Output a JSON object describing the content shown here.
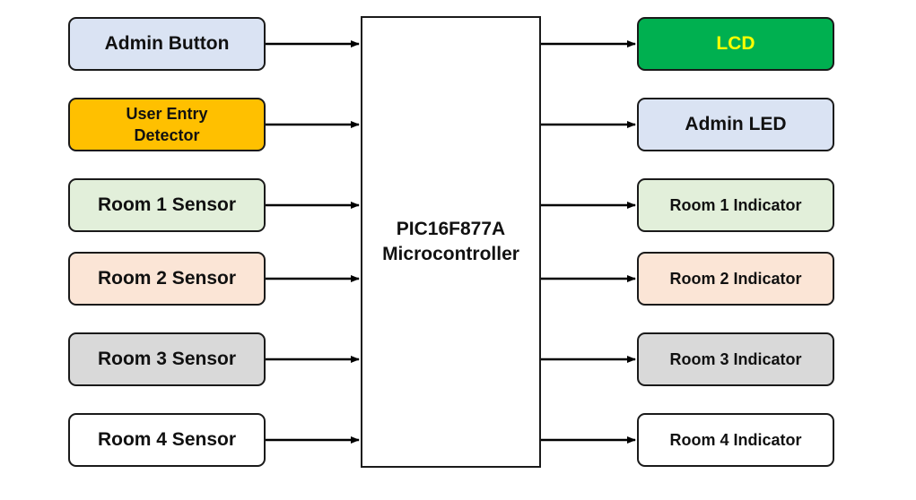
{
  "microcontroller": {
    "line1": "PIC16F877A",
    "line2": "Microcontroller"
  },
  "inputs": [
    {
      "label": "Admin Button",
      "fill": "#dae3f3"
    },
    {
      "label_line1": "User Entry",
      "label_line2": "Detector",
      "fill": "#ffc000"
    },
    {
      "label": "Room 1 Sensor",
      "fill": "#e2efda"
    },
    {
      "label": "Room 2 Sensor",
      "fill": "#fbe5d6"
    },
    {
      "label": "Room 3 Sensor",
      "fill": "#d9d9d9"
    },
    {
      "label": "Room 4 Sensor",
      "fill": "#ffffff"
    }
  ],
  "outputs": [
    {
      "label": "LCD",
      "fill": "#00b050",
      "text_color": "#ffff00"
    },
    {
      "label": "Admin LED",
      "fill": "#dae3f3"
    },
    {
      "label": "Room 1 Indicator",
      "fill": "#e2efda"
    },
    {
      "label": "Room 2 Indicator",
      "fill": "#fbe5d6"
    },
    {
      "label": "Room 3 Indicator",
      "fill": "#d9d9d9"
    },
    {
      "label": "Room 4 Indicator",
      "fill": "#ffffff"
    }
  ]
}
